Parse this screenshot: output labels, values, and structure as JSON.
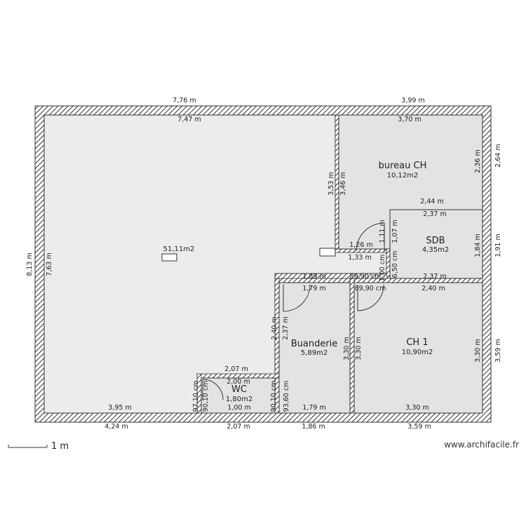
{
  "colors": {
    "wall": "#444444",
    "floor_main": "#ececec",
    "floor_room": "#e3e3e3",
    "text": "#222222"
  },
  "rooms": {
    "main": {
      "area": "51,11m2"
    },
    "bureau": {
      "name": "bureau CH",
      "area": "10,12m2"
    },
    "sdb": {
      "name": "SDB",
      "area": "4,35m2"
    },
    "ch1": {
      "name": "CH 1",
      "area": "10,90m2"
    },
    "buanderie": {
      "name": "Buanderie",
      "area": "5,89m2"
    },
    "wc": {
      "name": "WC",
      "area": "1,80m2"
    }
  },
  "dims": {
    "top_outer_left": "7,76 m",
    "top_inner_left": "7,47 m",
    "top_outer_right": "3,99 m",
    "top_inner_right": "3,70 m",
    "right_outer_top": "2,64 m",
    "right_inner_top": "2,36 m",
    "right_outer_mid": "1,91 m",
    "right_inner_mid": "1,84 m",
    "right_outer_bot": "3,59 m",
    "right_inner_bot": "3,30 m",
    "left_outer": "8,13 m",
    "left_inner": "7,63 m",
    "bureau_left_outer": "3,53 m",
    "bureau_left_inner": "3,46 m",
    "bureau_bottom": "1,26 m",
    "bureau_bottom_outer": "1,33 m",
    "sdb_top_outer": "2,44 m",
    "sdb_top_inner": "2,37 m",
    "sdb_left_a": "1,11 m",
    "sdb_left_b": "1,07 m",
    "sdb_bottom": "2,37 m",
    "door_bureau": "6,50 cm",
    "door_sdb": "1,00 cm",
    "buand_top_outer": "1,89 m",
    "buand_top_inner": "1,79 m",
    "buand_left_outer": "2,40 m",
    "buand_left_inner": "2,37 m",
    "buand_bottom": "1,79 m",
    "door_top_a": "89,90 cm",
    "door_top_b": "89,90 cm",
    "ch1_top": "2,40 m",
    "ch1_left_a": "3,30 m",
    "ch1_left_b": "3,30 m",
    "ch1_bottom": "3,30 m",
    "wc_top_outer": "2,07 m",
    "wc_top_inner": "2,00 m",
    "wc_bottom": "1,00 m",
    "wc_left_a": "97,10 cm",
    "wc_left_b": "90,10 cm",
    "wc_right_a": "90,10 cm",
    "wc_right_b": "93,60 cm",
    "main_bottom": "3,95 m",
    "bottom_1": "4,24 m",
    "bottom_2": "2,07 m",
    "bottom_3": "1,86 m",
    "bottom_4": "3,59 m"
  },
  "scale": {
    "label": "1 m"
  },
  "watermark": "www.archifacile.fr"
}
